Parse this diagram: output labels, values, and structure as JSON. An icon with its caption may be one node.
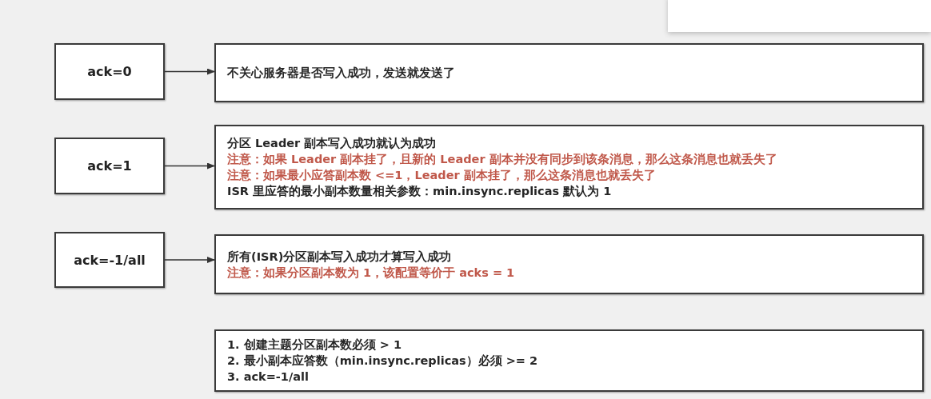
{
  "diagram": {
    "nodes": [
      {
        "text": [
          "ack=0"
        ]
      },
      {
        "text": [
          "不关心服务器是否写入成功，发送就发送了"
        ]
      },
      {
        "text": [
          "ack=1"
        ]
      },
      {
        "text": [
          "分区 Leader 副本写入成功就认为成功",
          "注意：如果 Leader 副本挂了，且新的 Leader 副本并没有同步到该条消息，那么这条消息也就丢失了",
          "注意：如果最小应答副本数 <=1，Leader 副本挂了，那么这条消息也就丢失了",
          "ISR 里应答的最小副本数量相关参数：min.insync.replicas 默认为 1"
        ]
      },
      {
        "text": [
          "ack=-1/all"
        ]
      },
      {
        "text": [
          "所有(ISR)分区副本写入成功才算写入成功",
          "注意：如果分区副本数为 1，该配置等价于 acks = 1"
        ]
      },
      {
        "text": [
          "1. 创建主题分区副本数必须 > 1",
          "2. 最小副本应答数（min.insync.replicas）必须 >= 2",
          "3. ack=-1/all"
        ]
      }
    ],
    "edges": [
      {
        "from": 0,
        "to": 1,
        "arrow": "to"
      },
      {
        "from": 2,
        "to": 3,
        "arrow": "to"
      },
      {
        "from": 4,
        "to": 5,
        "arrow": "to"
      }
    ]
  }
}
